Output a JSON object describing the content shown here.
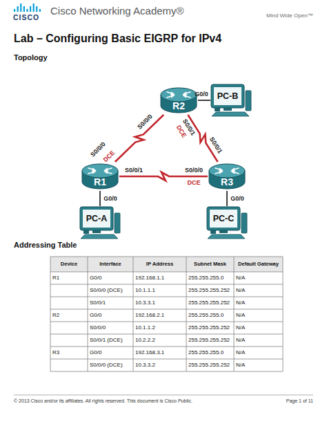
{
  "diagram": {
    "title": "Lab – Configuring Basic EIGRP for IPv4",
    "nodes": [
      {
        "text": [
          "R2"
        ]
      },
      {
        "text": [
          "PC-B"
        ]
      },
      {
        "text": [
          "R1"
        ]
      },
      {
        "text": [
          "R3"
        ]
      },
      {
        "text": [
          "PC-A"
        ]
      },
      {
        "text": [
          "PC-C"
        ]
      }
    ],
    "edges": [
      {
        "from": 0,
        "to": 1,
        "arrow": "none"
      },
      {
        "from": 2,
        "to": 0,
        "arrow": "none"
      },
      {
        "from": 0,
        "to": 3,
        "arrow": "none"
      },
      {
        "from": 2,
        "to": 3,
        "arrow": "none"
      },
      {
        "from": 2,
        "to": 4,
        "arrow": "none"
      },
      {
        "from": 3,
        "to": 5,
        "arrow": "none"
      }
    ],
    "labels": [
      "CISCO",
      "Cisco Networking Academy®",
      "Mind Wide Open™",
      "Topology",
      "G0/0",
      "S0/0/0",
      "DCE",
      "S0/0/1",
      "S0/0/0",
      "DCE",
      "S0/0/1",
      "S0/0/0",
      "S0/0/1",
      "DCE",
      "G0/0",
      "G0/0",
      "Addressing Table",
      "Device",
      "Interface",
      "IP Address",
      "Subnet Mask",
      "Default Gateway",
      "R1",
      "G0/0",
      "192.168.1.1",
      "255.255.255.0",
      "N/A",
      "S0/0/0 (DCE)",
      "10.1.1.1",
      "255.255.255.252",
      "N/A",
      "S0/0/1",
      "10.3.3.1",
      "255.255.255.252",
      "N/A",
      "R2",
      "G0/0",
      "192.168.2.1",
      "255.255.255.0",
      "N/A",
      "S0/0/0",
      "10.1.1.2",
      "255.255.255.252",
      "N/A",
      "S0/0/1 (DCE)",
      "10.2.2.2",
      "255.255.255.252",
      "N/A",
      "R3",
      "G0/0",
      "192.168.3.1",
      "255.255.255.0",
      "N/A",
      "S0/0/0 (DCE)",
      "10.3.3.2",
      "255.255.255.252",
      "N/A",
      "© 2013 Cisco and/or its affiliates. All rights reserved. This document is Cisco Public.",
      "Page 1 of 11"
    ]
  }
}
